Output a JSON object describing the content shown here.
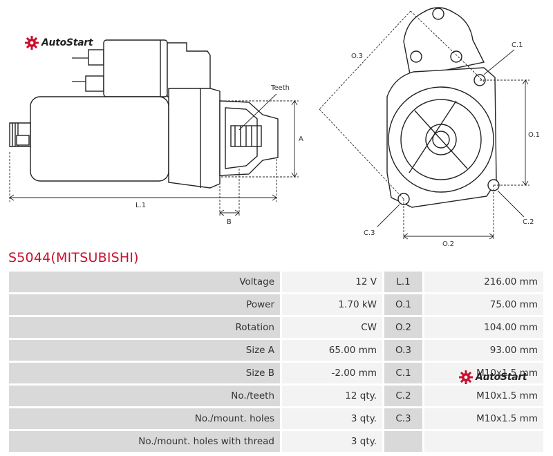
{
  "brand": {
    "name": "AutoStart",
    "accent": "#c8102e"
  },
  "drawing": {
    "side_labels": {
      "teeth": "Teeth",
      "a": "A",
      "b": "B",
      "l1": "L.1"
    },
    "front_labels": {
      "o3": "O.3",
      "c1": "C.1",
      "o1": "O.1",
      "c2": "C.2",
      "c3": "C.3",
      "o2": "O.2"
    }
  },
  "product": {
    "title": "S5044(MITSUBISHI)"
  },
  "specs": {
    "rows": [
      {
        "label": "Voltage",
        "value": "12 V",
        "code": "L.1",
        "dim": "216.00 mm"
      },
      {
        "label": "Power",
        "value": "1.70 kW",
        "code": "O.1",
        "dim": "75.00 mm"
      },
      {
        "label": "Rotation",
        "value": "CW",
        "code": "O.2",
        "dim": "104.00 mm"
      },
      {
        "label": "Size A",
        "value": "65.00 mm",
        "code": "O.3",
        "dim": "93.00 mm"
      },
      {
        "label": "Size B",
        "value": "-2.00 mm",
        "code": "C.1",
        "dim": "M10x1.5 mm"
      },
      {
        "label": "No./teeth",
        "value": "12 qty.",
        "code": "C.2",
        "dim": "M10x1.5 mm"
      },
      {
        "label": "No./mount. holes",
        "value": "3 qty.",
        "code": "C.3",
        "dim": "M10x1.5 mm"
      },
      {
        "label": "No./mount. holes with thread",
        "value": "3 qty.",
        "code": "",
        "dim": ""
      }
    ]
  }
}
